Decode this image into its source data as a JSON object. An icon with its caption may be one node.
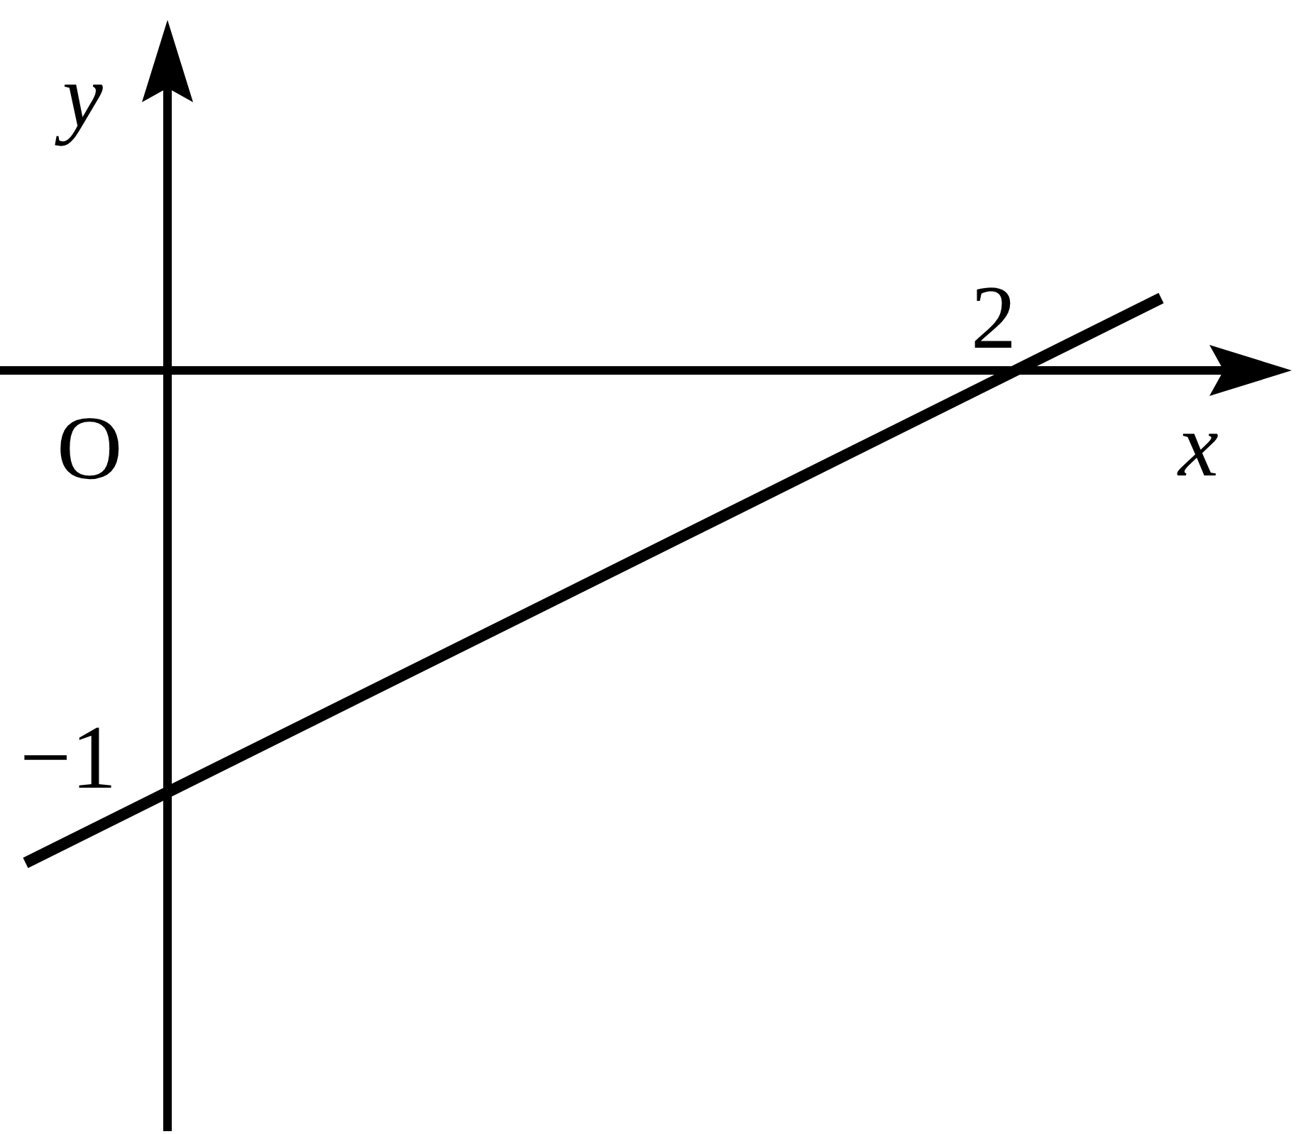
{
  "diagram": {
    "labels": [
      "y",
      "2",
      "O",
      "x",
      "−1"
    ]
  }
}
